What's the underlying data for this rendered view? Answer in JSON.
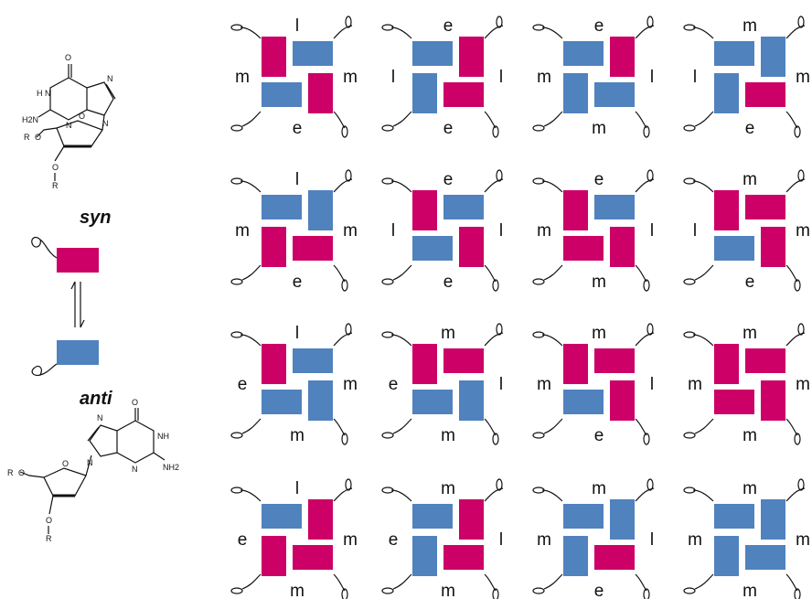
{
  "colors": {
    "syn": "#cc0066",
    "anti": "#5082be"
  },
  "left_panel": {
    "syn_label": "syn",
    "anti_label": "anti",
    "syn_structure": {
      "icon": "guanosine-syn-structure",
      "atoms": [
        "O",
        "N",
        "H",
        "N",
        "H2N",
        "N",
        "N",
        "R",
        "O",
        "O",
        "O",
        "R"
      ]
    },
    "anti_structure": {
      "icon": "guanosine-anti-structure",
      "atoms": [
        "O",
        "N",
        "NH",
        "N",
        "NH2",
        "N",
        "R",
        "O",
        "O",
        "O",
        "R"
      ]
    }
  },
  "grid": {
    "rows": [
      [
        {
          "top": "l",
          "left": "m",
          "right": "m",
          "bottom": "e",
          "colors": [
            "syn",
            "anti",
            "anti",
            "syn"
          ],
          "shape": "A"
        },
        {
          "top": "e",
          "left": "l",
          "right": "l",
          "bottom": "e",
          "colors": [
            "anti",
            "syn",
            "anti",
            "syn"
          ],
          "shape": "B"
        },
        {
          "top": "e",
          "left": "m",
          "right": "l",
          "bottom": "m",
          "colors": [
            "anti",
            "syn",
            "anti",
            "anti"
          ],
          "shape": "B"
        },
        {
          "top": "m",
          "left": "l",
          "right": "m",
          "bottom": "e",
          "colors": [
            "anti",
            "anti",
            "anti",
            "syn"
          ],
          "shape": "B"
        }
      ],
      [
        {
          "top": "l",
          "left": "m",
          "right": "m",
          "bottom": "e",
          "colors": [
            "anti",
            "anti",
            "syn",
            "syn"
          ],
          "shape": "B"
        },
        {
          "top": "e",
          "left": "l",
          "right": "l",
          "bottom": "e",
          "colors": [
            "syn",
            "anti",
            "anti",
            "syn"
          ],
          "shape": "A"
        },
        {
          "top": "e",
          "left": "m",
          "right": "l",
          "bottom": "m",
          "colors": [
            "syn",
            "anti",
            "syn",
            "syn"
          ],
          "shape": "A"
        },
        {
          "top": "m",
          "left": "l",
          "right": "m",
          "bottom": "e",
          "colors": [
            "syn",
            "syn",
            "anti",
            "syn"
          ],
          "shape": "A"
        }
      ],
      [
        {
          "top": "l",
          "left": "e",
          "right": "m",
          "bottom": "m",
          "colors": [
            "syn",
            "anti",
            "anti",
            "anti"
          ],
          "shape": "A"
        },
        {
          "top": "m",
          "left": "e",
          "right": "l",
          "bottom": "m",
          "colors": [
            "syn",
            "syn",
            "anti",
            "anti"
          ],
          "shape": "A"
        },
        {
          "top": "m",
          "left": "m",
          "right": "l",
          "bottom": "e",
          "colors": [
            "syn",
            "syn",
            "anti",
            "syn"
          ],
          "shape": "A"
        },
        {
          "top": "m",
          "left": "m",
          "right": "m",
          "bottom": "m",
          "colors": [
            "syn",
            "syn",
            "syn",
            "syn"
          ],
          "shape": "A"
        }
      ],
      [
        {
          "top": "l",
          "left": "e",
          "right": "m",
          "bottom": "m",
          "colors": [
            "anti",
            "syn",
            "syn",
            "syn"
          ],
          "shape": "B"
        },
        {
          "top": "m",
          "left": "e",
          "right": "l",
          "bottom": "m",
          "colors": [
            "anti",
            "syn",
            "anti",
            "syn"
          ],
          "shape": "B"
        },
        {
          "top": "m",
          "left": "m",
          "right": "l",
          "bottom": "e",
          "colors": [
            "anti",
            "anti",
            "anti",
            "syn"
          ],
          "shape": "B"
        },
        {
          "top": "m",
          "left": "m",
          "right": "m",
          "bottom": "m",
          "colors": [
            "anti",
            "anti",
            "anti",
            "anti"
          ],
          "shape": "B"
        }
      ]
    ]
  }
}
